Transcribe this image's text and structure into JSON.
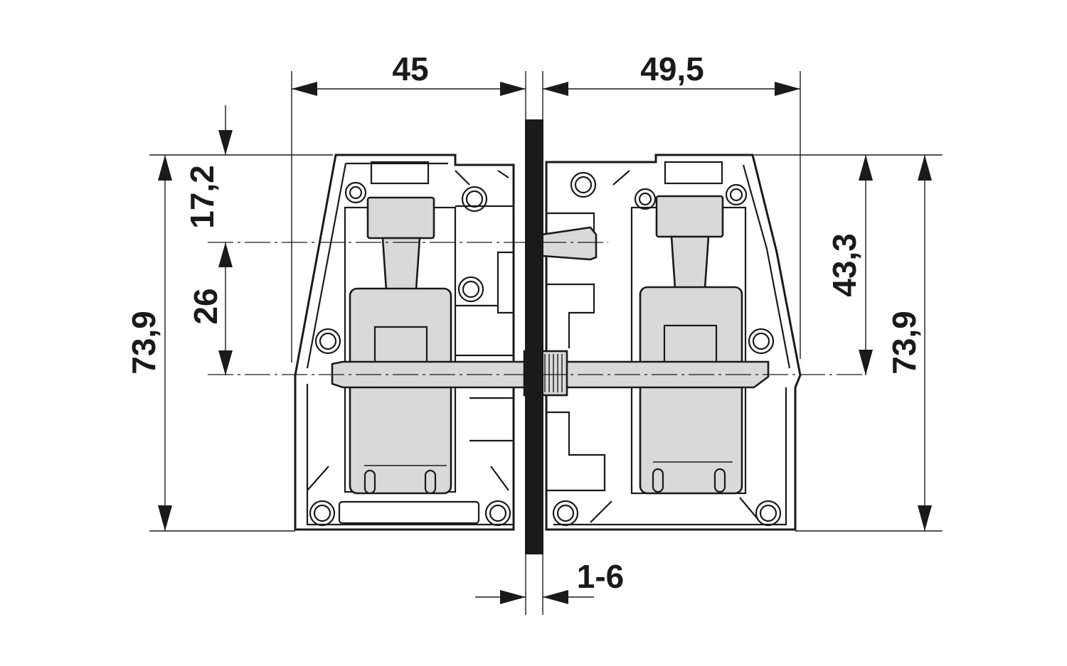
{
  "dimensions": {
    "width_left": "45",
    "width_right": "49,5",
    "height_left": "73,9",
    "height_right": "73,9",
    "top_offset": "17,2",
    "axis_offset": "26",
    "right_height": "43,3",
    "panel_thickness": "1-6"
  },
  "colors": {
    "line": "#1a1a1a",
    "part_fill": "#d9d9da",
    "background": "#ffffff"
  }
}
